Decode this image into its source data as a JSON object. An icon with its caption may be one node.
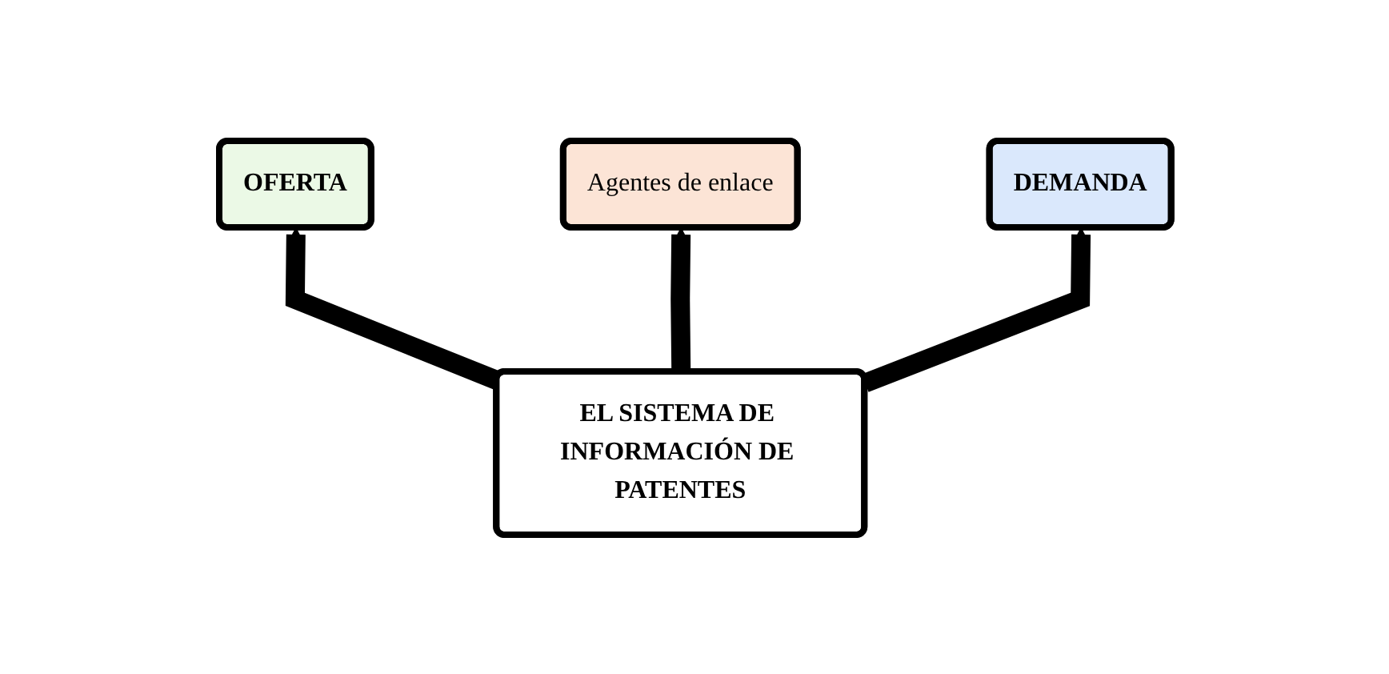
{
  "diagram": {
    "nodes": [
      {
        "text": [
          "Agentes de enlace"
        ]
      },
      {
        "text": [
          "OFERTA"
        ]
      },
      {
        "text": [
          "DEMANDA"
        ]
      },
      {
        "text": [
          "EL SISTEMA DE INFORMACIÓN DE PATENTES"
        ]
      }
    ],
    "edges": [
      {
        "from": 3,
        "to": 1,
        "arrow": "to"
      },
      {
        "from": 3,
        "to": 0,
        "arrow": "to"
      },
      {
        "from": 3,
        "to": 2,
        "arrow": "to"
      }
    ]
  }
}
